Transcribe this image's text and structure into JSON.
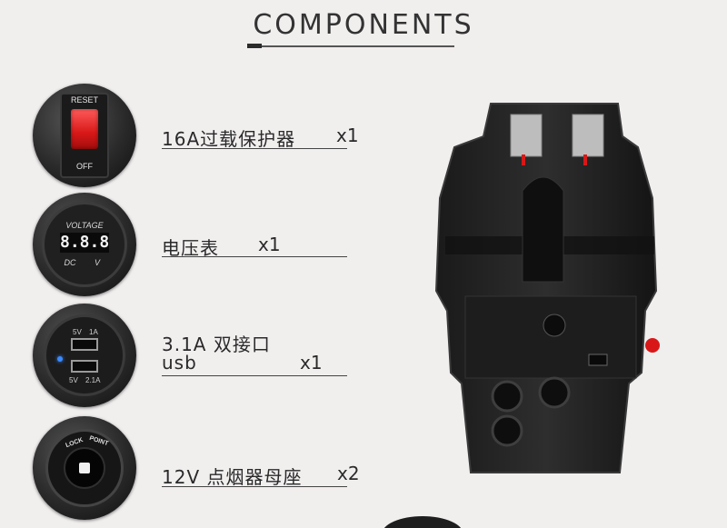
{
  "header": {
    "title": "COMPONENTS"
  },
  "components": [
    {
      "label": "16A过载保护器",
      "qty": "x1",
      "thumb_text": {
        "top": "RESET",
        "bottom": "OFF"
      }
    },
    {
      "label": "电压表",
      "qty": "x1",
      "thumb_text": {
        "top": "VOLTAGE",
        "digits": "8.8.8",
        "left": "DC",
        "right": "V"
      }
    },
    {
      "label_line1": "3.1A 双接口",
      "label_line2": "usb",
      "qty": "x1",
      "thumb_text": {
        "port1_left": "5V",
        "port1_right": "1A",
        "port2_left": "5V",
        "port2_right": "2.1A"
      }
    },
    {
      "label": "12V 点烟器母座",
      "qty": "x2",
      "thumb_text": {
        "lock": "LOCK",
        "point": "POINT"
      }
    }
  ],
  "colors": {
    "background": "#f1eeee",
    "rocker_red": "#d81818",
    "usb_led": "#3a8bff"
  },
  "icons": [
    "reset-switch-icon",
    "voltmeter-icon",
    "usb-port-icon",
    "cigarette-socket-icon"
  ]
}
